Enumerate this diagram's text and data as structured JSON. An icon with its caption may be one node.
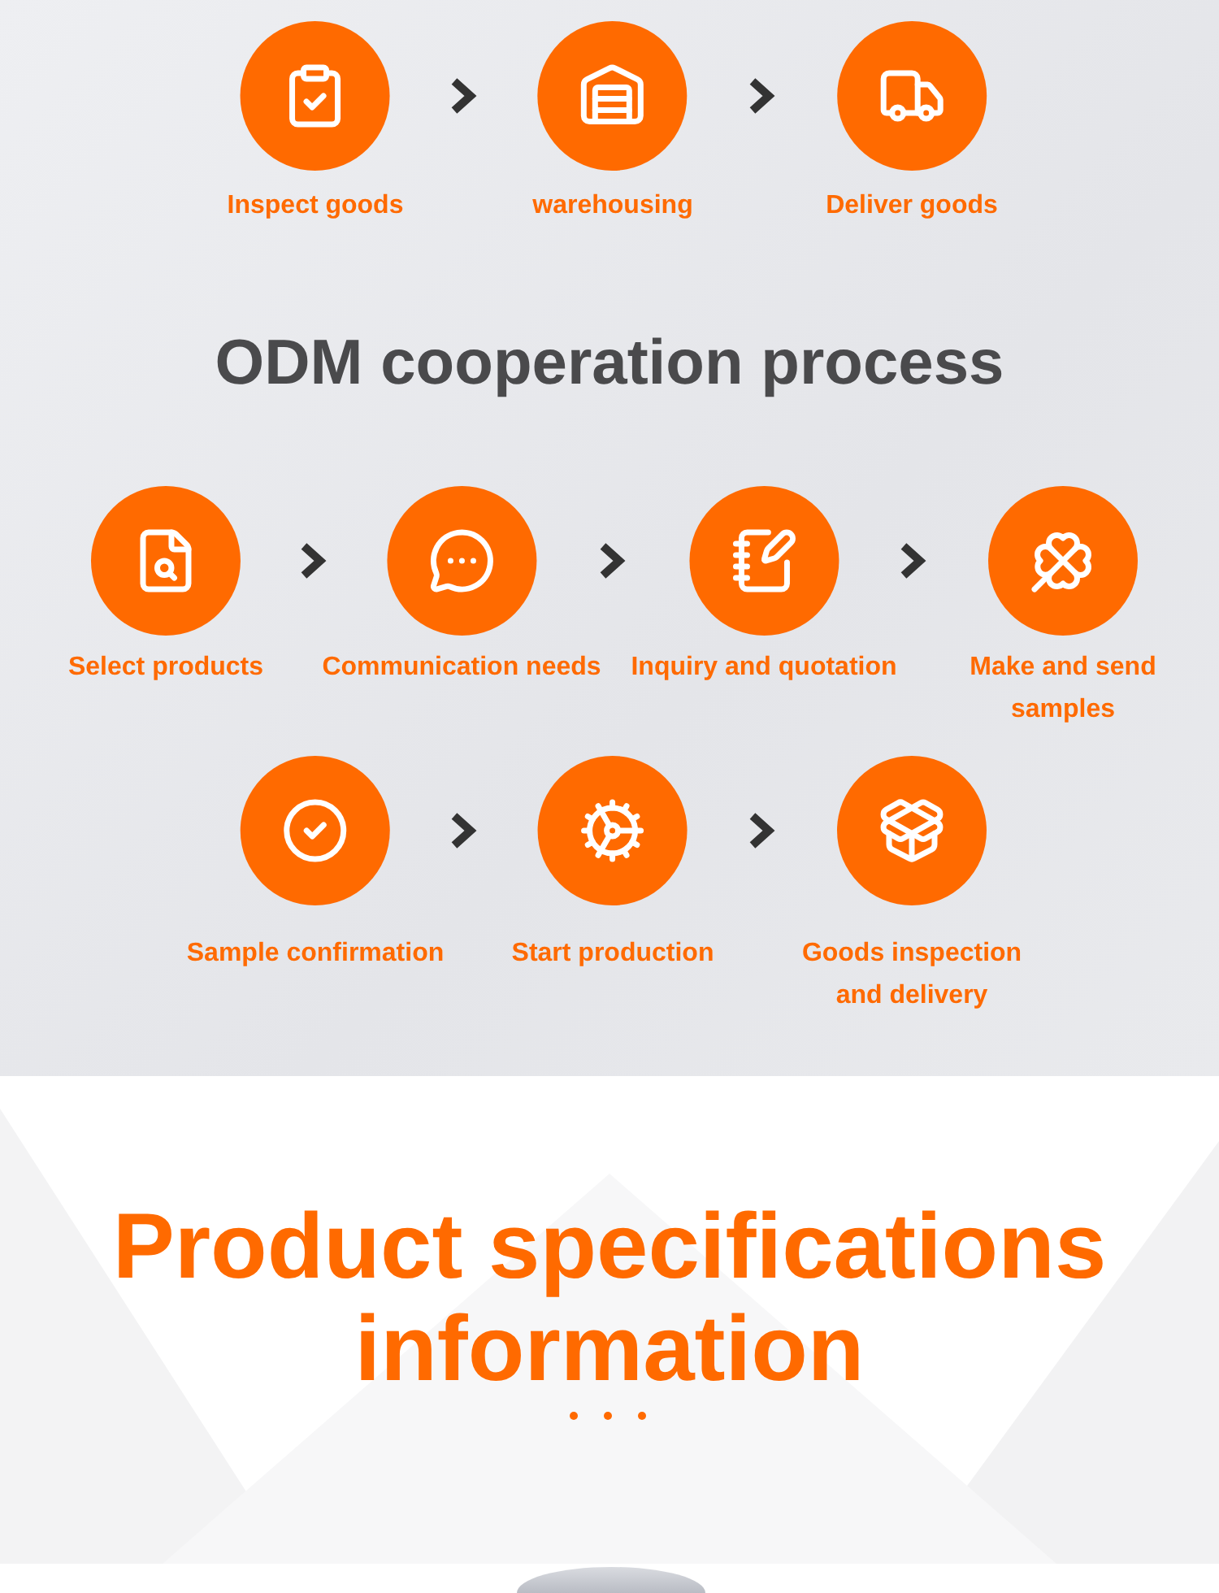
{
  "diagram": {
    "title": "ODM cooperation process",
    "nodes": [
      {
        "text": [
          "Inspect goods"
        ]
      },
      {
        "text": [
          "warehousing"
        ]
      },
      {
        "text": [
          "Deliver goods"
        ]
      },
      {
        "text": [
          "Select products"
        ]
      },
      {
        "text": [
          "Communication needs"
        ]
      },
      {
        "text": [
          "Inquiry and quotation"
        ]
      },
      {
        "text": [
          "Make and send samples"
        ]
      },
      {
        "text": [
          "Sample confirmation"
        ]
      },
      {
        "text": [
          "Start production"
        ]
      },
      {
        "text": [
          "Goods inspection and delivery"
        ]
      }
    ],
    "edges": [
      {
        "from": 0,
        "to": 1,
        "arrow": "to"
      },
      {
        "from": 1,
        "to": 2,
        "arrow": "to"
      },
      {
        "from": 3,
        "to": 4,
        "arrow": "to"
      },
      {
        "from": 4,
        "to": 5,
        "arrow": "to"
      },
      {
        "from": 5,
        "to": 6,
        "arrow": "to"
      },
      {
        "from": 7,
        "to": 8,
        "arrow": "to"
      },
      {
        "from": 8,
        "to": 9,
        "arrow": "to"
      }
    ],
    "labels": [
      "Product specifications information"
    ]
  }
}
